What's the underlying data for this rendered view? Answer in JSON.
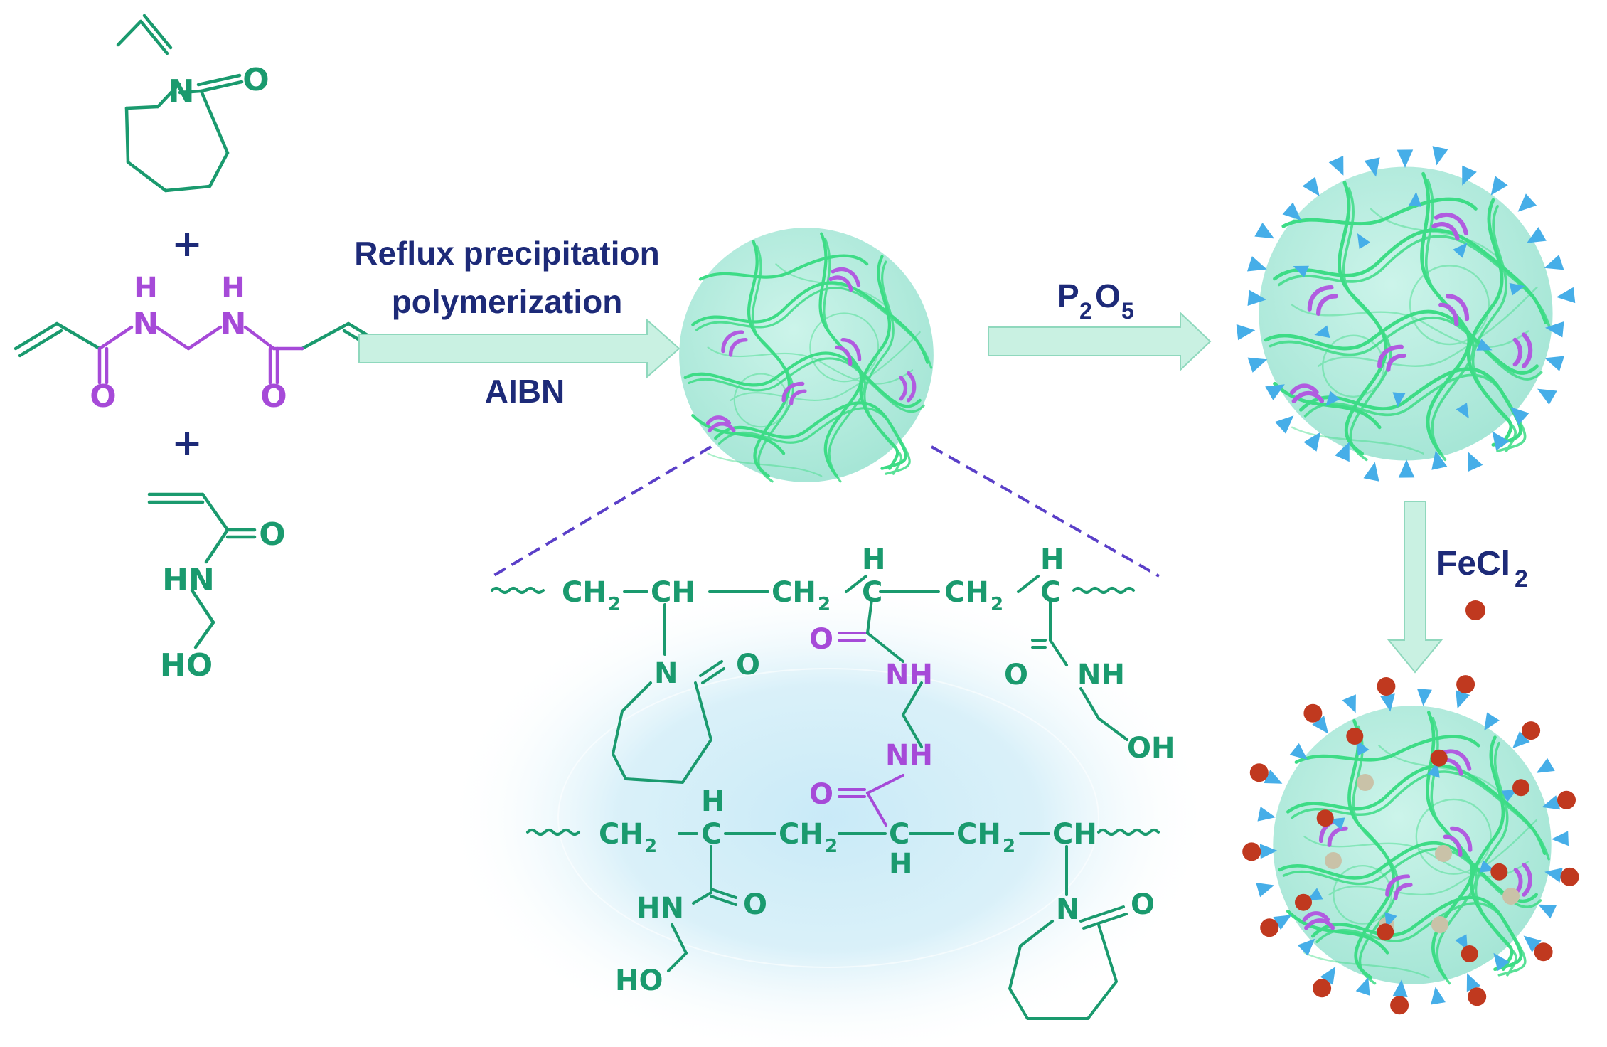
{
  "colors": {
    "green": "#1a9a6e",
    "purple": "#a64ad8",
    "navy": "#1d2a78",
    "arrow_fill": "#c9f1e2",
    "arrow_stroke": "#8fd8bd",
    "sphere": "#b7eee0",
    "strand": "#3ddc86",
    "triangle": "#46aee8",
    "iron": "#c0391f",
    "grey_dot": "#c9c2a8",
    "glow": "#a9dcf2"
  },
  "reagents": {
    "plus_1": "+",
    "plus_2": "+",
    "mono1_N": "N",
    "mono1_O": "O",
    "cross_NH1": "N",
    "cross_H1": "H",
    "cross_NH2": "N",
    "cross_H2": "H",
    "cross_O1": "O",
    "cross_O2": "O",
    "mono3_O": "O",
    "mono3_HN": "HN",
    "mono3_HO": "HO"
  },
  "steps": {
    "step1_line1": "Reflux precipitation",
    "step1_line2": "polymerization",
    "step1_initiator": "AIBN",
    "step2_P": "P",
    "step2_P_sub": "2",
    "step2_O": "O",
    "step2_O_sub": "5",
    "step3_Fe": "FeCl",
    "step3_Fe_sub": "2"
  },
  "structure": {
    "ch2": "CH",
    "ch2_sub": "2",
    "ch": "CH",
    "c": "C",
    "h": "H",
    "n": "N",
    "o": "O",
    "nh": "NH",
    "hn": "HN",
    "oh": "OH",
    "ho": "HO"
  }
}
